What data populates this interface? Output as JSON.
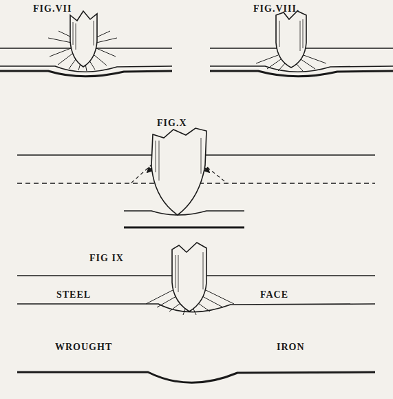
{
  "diagram": {
    "labels": [
      "FIG.VII",
      "FIG.VIII.",
      "FIG.X",
      "FIG IX",
      "STEEL",
      "FACE",
      "WROUGHT",
      "IRON"
    ]
  }
}
